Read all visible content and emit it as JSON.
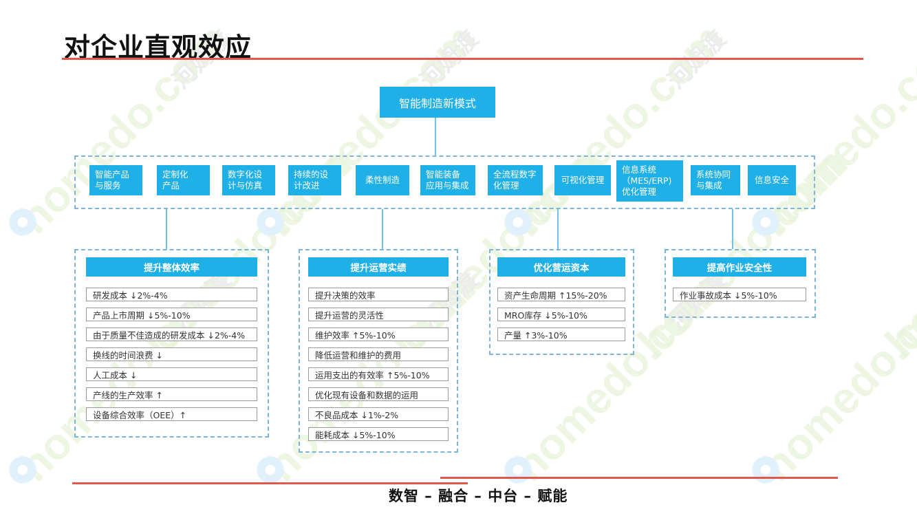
{
  "title": "对企业直观效应",
  "root": "智能制造新模式",
  "capabilities": [
    "智能产品\n与服务",
    "定制化\n产品",
    "数字化设\n计与仿真",
    "持续的设\n计改进",
    "柔性制造",
    "智能装备\n应用与集成",
    "全流程数字\n化管理",
    "可视化管理",
    "信息系统\n（MES/ERP)\n优化管理",
    "系统协同\n与集成",
    "信息安全"
  ],
  "categories": [
    {
      "title": "提升整体效率",
      "items": [
        "研发成本 ↓2%-4%",
        "产品上市周期 ↓5%-10%",
        "由于质量不佳造成的研发成本 ↓2%-4%",
        "换线的时间浪费 ↓",
        "人工成本 ↓",
        "产线的生产效率 ↑",
        "设备综合效率（OEE）↑"
      ]
    },
    {
      "title": "提升运营实绩",
      "items": [
        "提升决策的效率",
        "提升运营的灵活性",
        "维护效率 ↑5%-10%",
        "降低运营和维护的费用",
        "运用支出的有效率 ↑5%-10%",
        "优化现有设备和数据的运用",
        "不良品成本 ↓1%-2%",
        "能耗成本 ↓5%-10%"
      ]
    },
    {
      "title": "优化营运资本",
      "items": [
        "资产生命周期 ↑15%-20%",
        "MRO库存 ↓5%-10%",
        "产量 ↑3%-10%"
      ]
    },
    {
      "title": "提高作业安全性",
      "items": [
        "作业事故成本 ↓5%-10%"
      ]
    }
  ],
  "footer": "数智 – 融合 – 中台 – 赋能",
  "watermark": {
    "latin": "homedo.com",
    "cn": "河姆渡"
  },
  "colors": {
    "accent": "#1fb0e8",
    "rule": "#e0584e",
    "dash": "#7db5d8"
  }
}
